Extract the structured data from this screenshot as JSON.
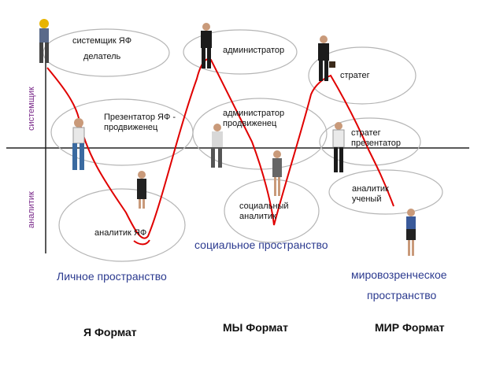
{
  "roles": {
    "systemschik": "системщик ЯФ",
    "delatel": "делатель",
    "administrator": "администратор",
    "strateg": "стратег",
    "prezentator": "Презентатор ЯФ - продвиженец",
    "admin_prodvizhenets": "администратор продвиженец",
    "strateg_prezentator": "стратег презентатор",
    "analitik_uchenyi": "аналитик ученый",
    "sotsialnyi_analitik": "социальный аналитик",
    "analitik_yaf": "аналитик ЯФ"
  },
  "spaces": {
    "social": "социальное пространство",
    "personal": "Личное пространство",
    "world_line1": "мировозренческое",
    "world_line2": "пространство"
  },
  "formats": {
    "ya": "Я Формат",
    "my": "МЫ Формат",
    "mir": "МИР Формат"
  },
  "axes": {
    "top": "системщик",
    "bottom": "аналитик"
  },
  "colors": {
    "path": "#e00000",
    "ellipse": "#b5b5b5",
    "axis": "#222222",
    "axis_label": "#7a2a8a",
    "space_label": "#2b3a8f"
  }
}
